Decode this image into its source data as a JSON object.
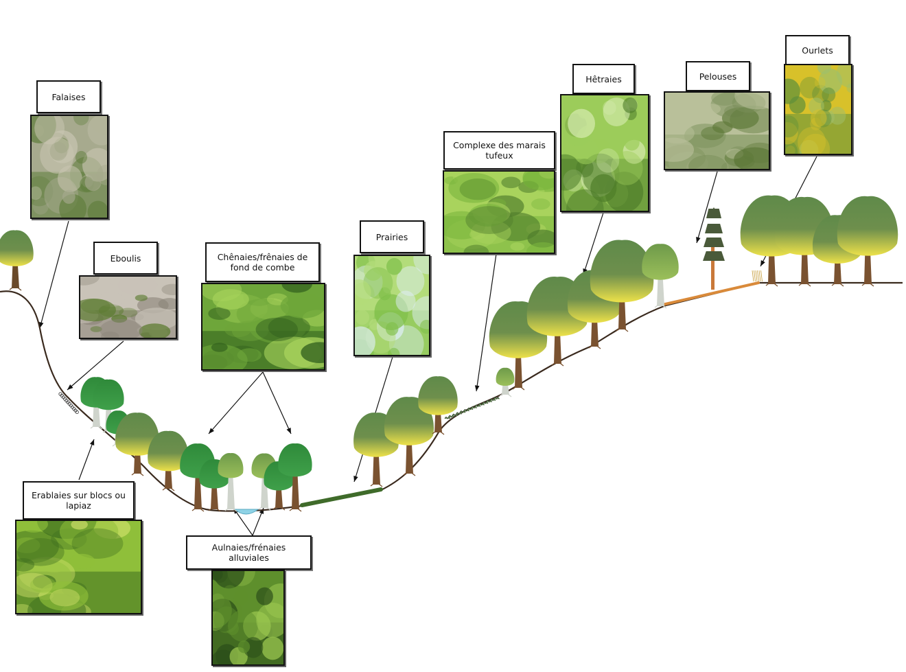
{
  "habitats": [
    {
      "id": "falaises",
      "label": "Falaises",
      "photo": "cliff-photo",
      "palette": [
        "#5f7d3c",
        "#a7aa8e",
        "#c9c6b2"
      ]
    },
    {
      "id": "eboulis",
      "label": "Eboulis",
      "photo": "scree-photo",
      "palette": [
        "#8b8478",
        "#c9c3b8",
        "#5a7a2e"
      ]
    },
    {
      "id": "erablaies",
      "label": "Erablaies sur blocs ou lapiaz",
      "photo": "mossy-forest-photo",
      "palette": [
        "#3f6f1f",
        "#8fbf3a",
        "#cfe06a"
      ]
    },
    {
      "id": "chenaies",
      "label": "Chênaies/frênaies de fond de combe",
      "photo": "forest-photo",
      "palette": [
        "#2f5d1c",
        "#6ea63a",
        "#a9d45c"
      ]
    },
    {
      "id": "aulnaies",
      "label": "Aulnaies/frénaies alluviales",
      "photo": "riparian-forest-photo",
      "palette": [
        "#2c4f1a",
        "#5e8f2c",
        "#9cc850"
      ]
    },
    {
      "id": "prairies",
      "label": "Prairies",
      "photo": "meadow-photo",
      "palette": [
        "#7fbf4a",
        "#b3dc7a",
        "#dfeef8"
      ]
    },
    {
      "id": "marais",
      "label": "Complexe des marais tufeux",
      "photo": "marsh-photo",
      "palette": [
        "#79b53c",
        "#a9d35d",
        "#4f7d2c"
      ]
    },
    {
      "id": "hetraies",
      "label": "Hêtraies",
      "photo": "beech-forest-photo",
      "palette": [
        "#4e7d2a",
        "#9ccc5a",
        "#d6ebb0"
      ]
    },
    {
      "id": "pelouses",
      "label": "Pelouses",
      "photo": "grassland-photo",
      "palette": [
        "#7a8f5a",
        "#b9c09a",
        "#5f7a3a"
      ]
    },
    {
      "id": "ourlets",
      "label": "Ourlets",
      "photo": "yellow-gentian-photo",
      "palette": [
        "#5f8f3a",
        "#d8c12a",
        "#9fbf6a"
      ]
    }
  ],
  "colors": {
    "ground": "#3a2a1e",
    "meadow_strip": "#3f6b2a",
    "grass_strip": "#d98a3a",
    "water": "#8fd3e6",
    "trunk": "#7a5230",
    "crown_dark": "#4e7a3a",
    "crown_light": "#e8e24a"
  }
}
